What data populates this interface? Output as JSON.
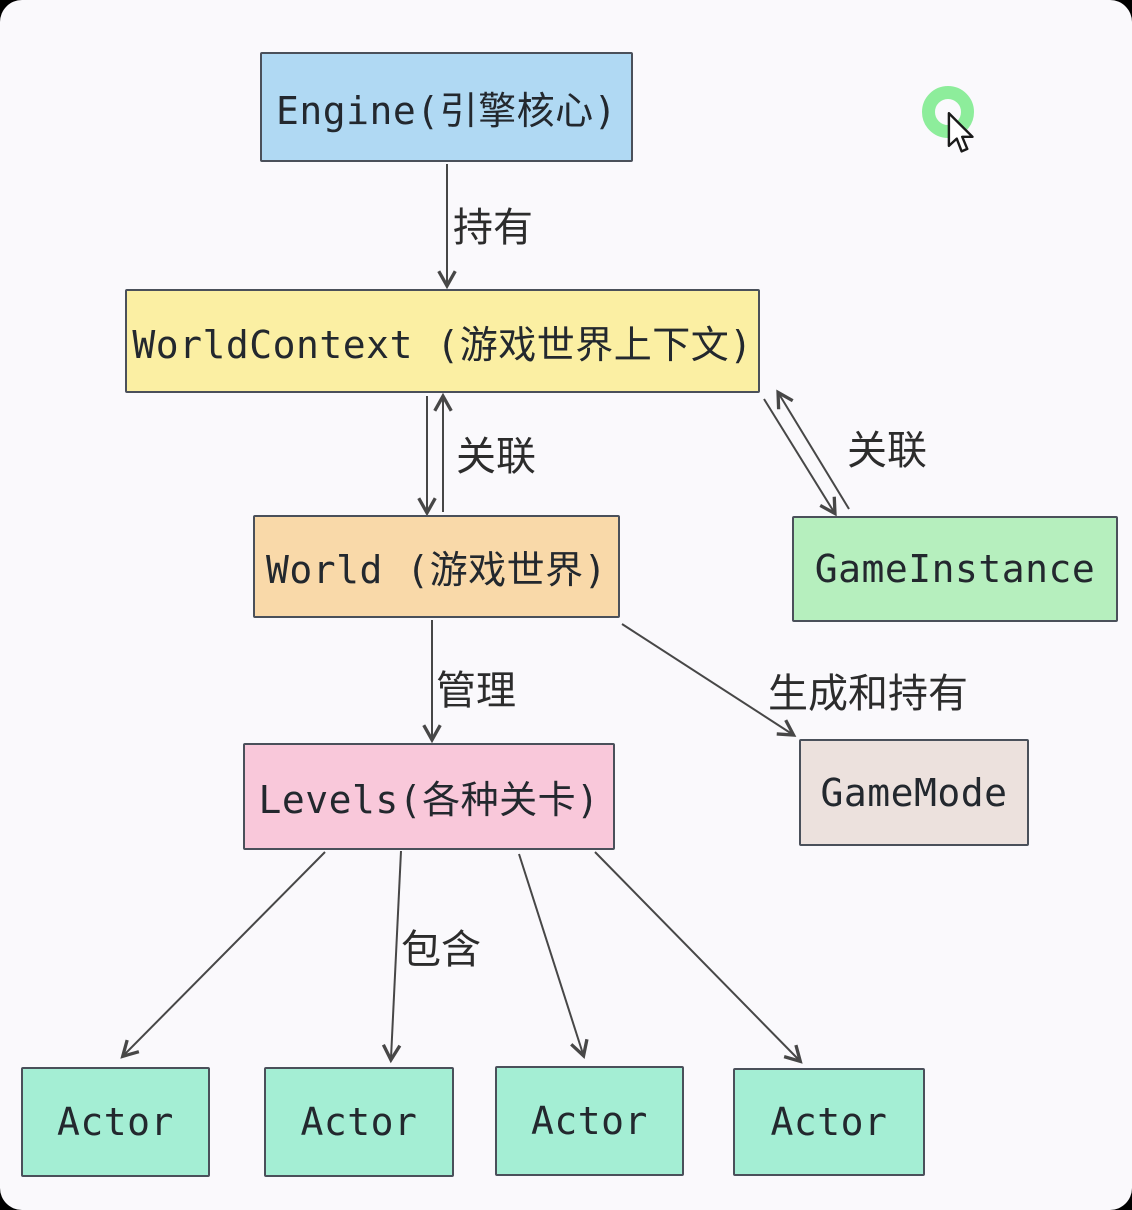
{
  "canvas": {
    "background": "#faf9fc",
    "border_color": "#4a505a",
    "arrow_color": "#474747",
    "text_color": "#23282e"
  },
  "nodes": [
    {
      "id": "engine",
      "label": "Engine(引擎核心)",
      "fill": "#b0d9f3"
    },
    {
      "id": "worldcontext",
      "label": "WorldContext (游戏世界上下文)",
      "fill": "#fbefa3"
    },
    {
      "id": "world",
      "label": "World (游戏世界)",
      "fill": "#f9d9a9"
    },
    {
      "id": "gameinstance",
      "label": "GameInstance",
      "fill": "#b6efbe"
    },
    {
      "id": "levels",
      "label": "Levels(各种关卡)",
      "fill": "#f9c8da"
    },
    {
      "id": "gamemode",
      "label": "GameMode",
      "fill": "#ece1dd"
    },
    {
      "id": "actor1",
      "label": "Actor",
      "fill": "#a4eed4"
    },
    {
      "id": "actor2",
      "label": "Actor",
      "fill": "#a4eed4"
    },
    {
      "id": "actor3",
      "label": "Actor",
      "fill": "#a4eed4"
    },
    {
      "id": "actor4",
      "label": "Actor",
      "fill": "#a4eed4"
    }
  ],
  "edge_labels": {
    "holds": "持有",
    "assoc_left": "关联",
    "assoc_right": "关联",
    "manage": "管理",
    "spawn_hold": "生成和持有",
    "contains": "包含"
  },
  "cursor": {
    "ring_color": "#8ded9b"
  }
}
